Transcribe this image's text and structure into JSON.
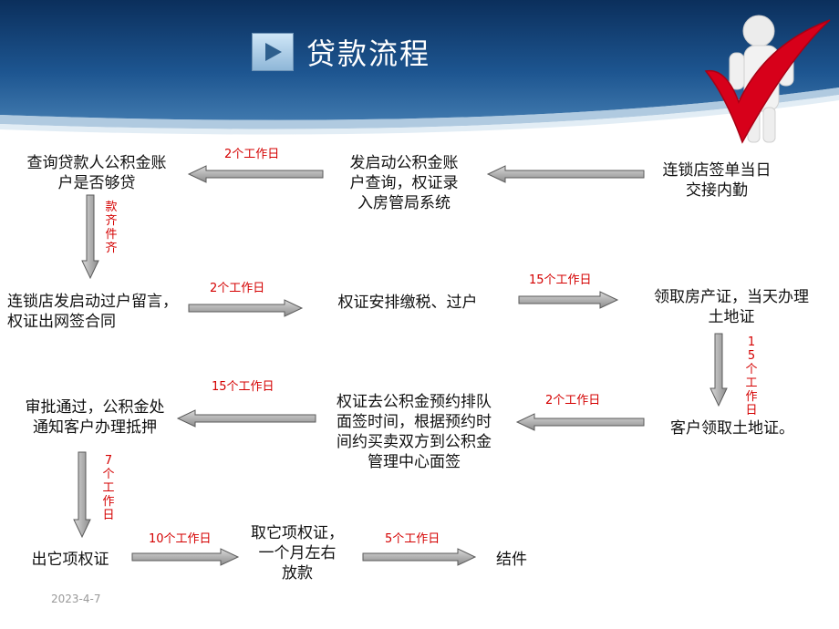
{
  "title": "贷款流程",
  "date": "2023-4-7",
  "colors": {
    "banner_dark": "#0b2f5c",
    "banner_light": "#4f86b8",
    "label_red": "#d40000",
    "arrow_gray": "#a8a8a8"
  },
  "icons": {
    "title_icon": "play-icon",
    "mascot": "checkmark-figure"
  },
  "nodes": {
    "store_sign": "连锁店签单当日\n交接内勤",
    "start_fund_query": "发启动公积金账\n户查询，权证录\n入房管局系统",
    "query_balance": "查询贷款人公积金账\n户是否够贷",
    "start_transfer": "连锁店发启动过户留言，\n权证出网签合同",
    "tax_transfer": "权证安排缴税、过户",
    "get_property_cert": "领取房产证，当天办理\n土地证",
    "get_land_cert": "客户领取土地证。",
    "reserve_sign": "权证去公积金预约排队\n面签时间，根据预约时\n间约买卖双方到公积金\n管理中心面签",
    "approval": "审批通过，公积金处\n通知客户办理抵押",
    "issue_cert": "出它项权证",
    "take_cert_loan": "取它项权证，\n一个月左右\n放款",
    "done": "结件"
  },
  "labels": {
    "l1": "2个工作日",
    "v1": "款齐件齐",
    "l2": "2个工作日",
    "l3": "15个工作日",
    "v2": "15个工作日",
    "l4": "2个工作日",
    "l5": "15个工作日",
    "v3": "7个工作日",
    "l6": "10个工作日",
    "l7": "5个工作日"
  }
}
